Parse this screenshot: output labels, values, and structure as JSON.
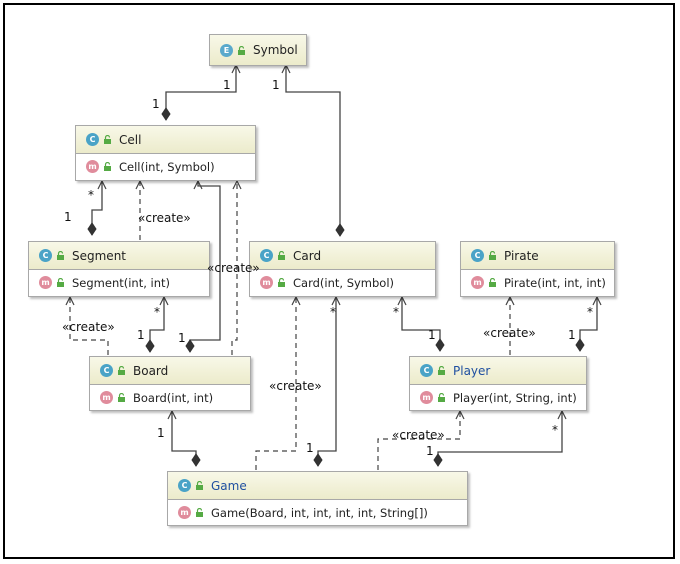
{
  "classes": {
    "symbol": {
      "kind_badge": "E",
      "name": "Symbol"
    },
    "cell": {
      "kind_badge": "C",
      "name": "Cell",
      "method": "Cell(int, Symbol)"
    },
    "segment": {
      "kind_badge": "C",
      "name": "Segment",
      "method": "Segment(int, int)"
    },
    "card": {
      "kind_badge": "C",
      "name": "Card",
      "method": "Card(int, Symbol)"
    },
    "pirate": {
      "kind_badge": "C",
      "name": "Pirate",
      "method": "Pirate(int, int, int)"
    },
    "board": {
      "kind_badge": "C",
      "name": "Board",
      "method": "Board(int, int)"
    },
    "player": {
      "kind_badge": "C",
      "name": "Player",
      "method": "Player(int, String, int)"
    },
    "game": {
      "kind_badge": "C",
      "name": "Game",
      "method": "Game(Board, int, int, int, int, String[])"
    }
  },
  "method_badge": "m",
  "labels": {
    "symbol_cell_symbol_end": "1",
    "symbol_cell_cell_end": "1",
    "symbol_card_symbol_end": "1",
    "cell_segment_cell_end": "*",
    "cell_segment_segment_end": "1",
    "segment_cell_create": "«create»",
    "board_cell_create": "«create»",
    "board_segment_create": "«create»",
    "board_segment_segment_end": "*",
    "board_segment_board_end": "1",
    "board_cell_board_end": "1",
    "card_player_card_end": "*",
    "card_player_player_end": "1",
    "player_pirate_create": "«create»",
    "player_pirate_pirate_end": "*",
    "player_pirate_player_end": "1",
    "game_card_create": "«create»",
    "game_card_card_end": "*",
    "game_card_game_end": "1",
    "game_board_board_end": "1",
    "game_player_create": "«create»",
    "game_player_player_end": "*",
    "game_player_game_end": "1"
  },
  "colors": {
    "line": "#444444",
    "header_top": "#f8f8e8",
    "header_bottom": "#ecebcb",
    "class_badge": "#4aa3c7",
    "method_badge": "#e08c9c",
    "blue_name": "#1f4fa0"
  }
}
